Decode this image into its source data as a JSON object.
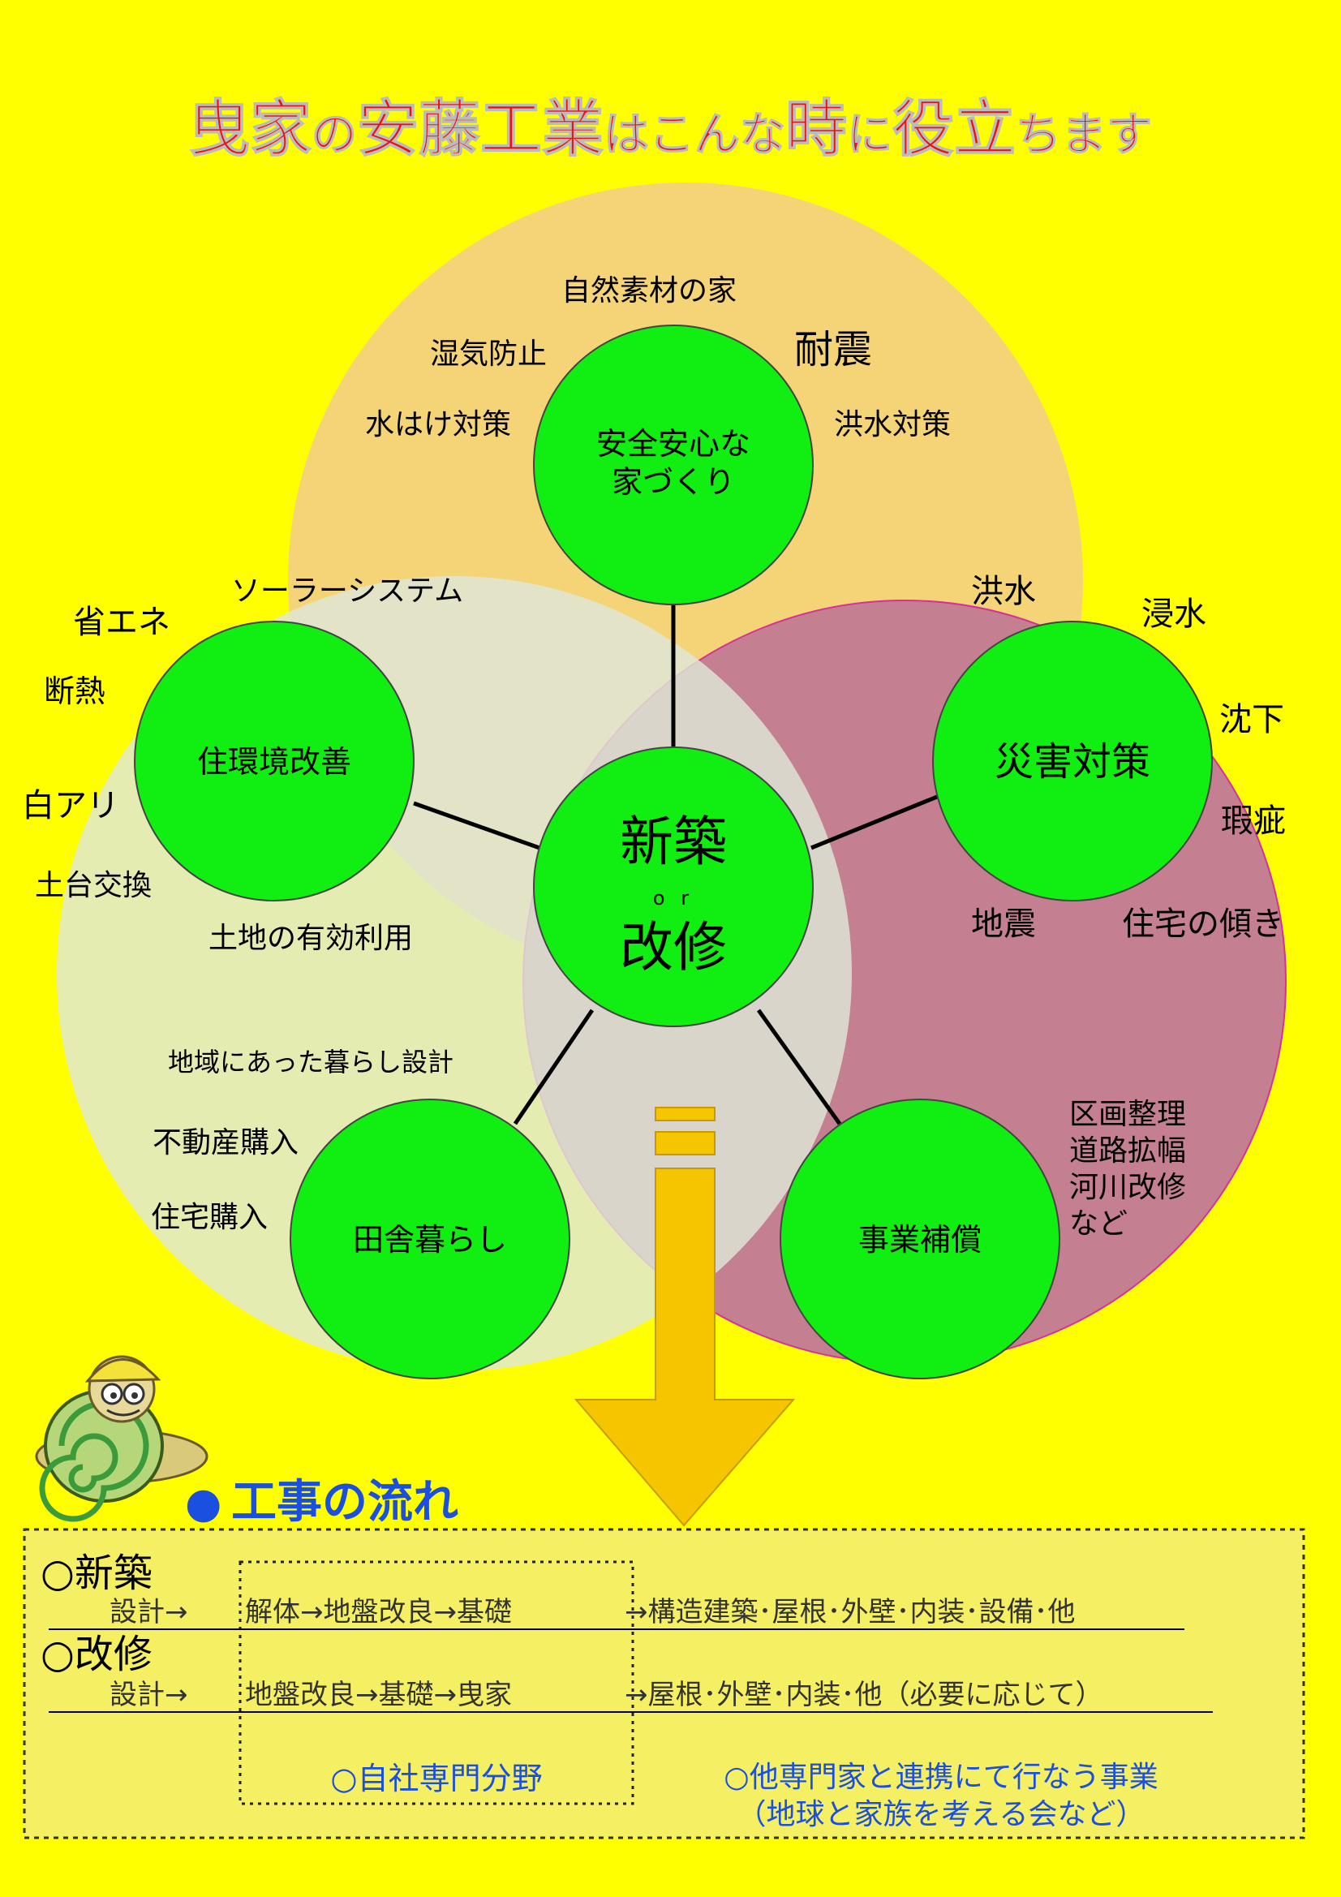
{
  "title": {
    "parts": [
      {
        "text": "曳家",
        "size": "big"
      },
      {
        "text": "の",
        "size": "small"
      },
      {
        "text": "安藤工業",
        "size": "big"
      },
      {
        "text": "はこんな",
        "size": "small"
      },
      {
        "text": "時",
        "size": "big"
      },
      {
        "text": "に",
        "size": "small"
      },
      {
        "text": "役立",
        "size": "big"
      },
      {
        "text": "ちます",
        "size": "small"
      }
    ],
    "color": "#ee1111"
  },
  "diagram": {
    "center": {
      "line1": "新築",
      "mid": "o r",
      "line2": "改修"
    },
    "nodes": {
      "safety": [
        "安全安心な",
        "家づくり"
      ],
      "living": [
        "住環境改善"
      ],
      "disaster": [
        "災害対策"
      ],
      "rural": [
        "田舎暮らし"
      ],
      "business": [
        "事業補償"
      ]
    },
    "labels": {
      "natural": "自然素材の家",
      "humidity": "湿気防止",
      "quake_res": "耐震",
      "drainage": "水はけ対策",
      "flood_measures": "洪水対策",
      "energy": "省エネ",
      "solar": "ソーラーシステム",
      "insulation": "断熱",
      "termite": "白アリ",
      "sill": "土台交換",
      "land_use": "土地の有効利用",
      "flood": "洪水",
      "inundation": "浸水",
      "subsidence": "沈下",
      "defect": "瑕疵",
      "earthquake": "地震",
      "tilt": "住宅の傾き",
      "regional": "地域にあった暮らし設計",
      "real_estate": "不動産購入",
      "house_purchase": "住宅購入",
      "comp": [
        "区画整理",
        "道路拡幅",
        "河川改修",
        "など"
      ]
    },
    "colors": {
      "node_green": "#11ee11",
      "top_circle": "#f4d27e",
      "left_circle": "#d7e6c4",
      "right_circle": "#c48090",
      "arrow": "#f5c500"
    }
  },
  "mascot": {
    "icon": "snail-mascot-icon"
  },
  "flow": {
    "heading_bullet": "●",
    "heading_text": "工事の流れ",
    "new": {
      "label": "○新築",
      "design": "設計→",
      "inhouse": "解体→地盤改良→基礎",
      "partner": "→構造建築･屋根･外壁･内装･設備･他"
    },
    "reno": {
      "label": "○改修",
      "design": "設計→",
      "inhouse": "地盤改良→基礎→曳家",
      "partner": "→屋根･外壁･内装･他（必要に応じて）"
    },
    "legend_inhouse": "○自社専門分野",
    "legend_partner_1": "○他専門家と連携にて行なう事業",
    "legend_partner_2": "（地球と家族を考える会など）"
  }
}
